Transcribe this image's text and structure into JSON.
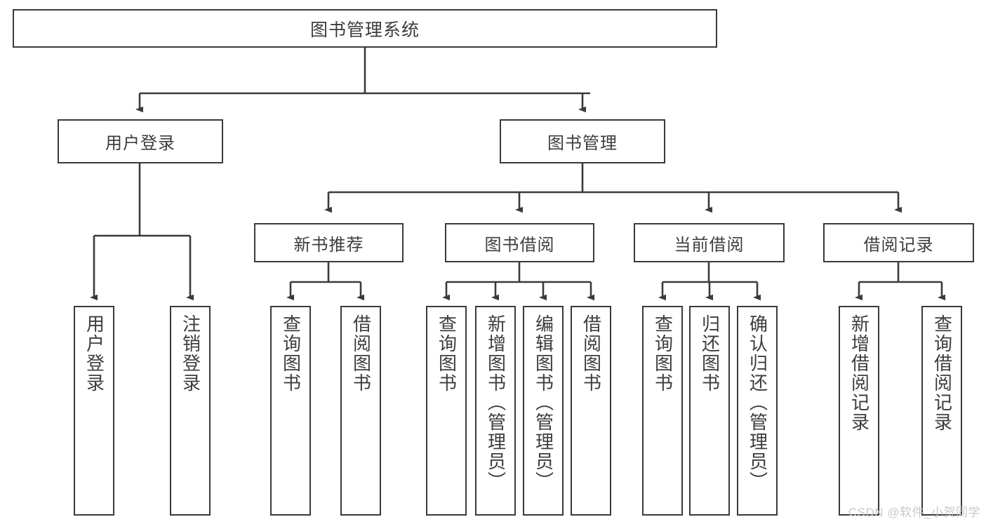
{
  "diagram": {
    "title": "图书管理系统",
    "type": "tree-hierarchy",
    "root": {
      "label": "图书管理系统"
    },
    "level2": [
      {
        "label": "用户登录"
      },
      {
        "label": "图书管理"
      }
    ],
    "level3": [
      {
        "label": "新书推荐"
      },
      {
        "label": "图书借阅"
      },
      {
        "label": "当前借阅"
      },
      {
        "label": "借阅记录"
      }
    ],
    "leaves": {
      "user_login": [
        {
          "label": "用户登录"
        },
        {
          "label": "注销登录"
        }
      ],
      "new_book_recommend": [
        {
          "label": "查询图书"
        },
        {
          "label": "借阅图书"
        }
      ],
      "book_borrow": [
        {
          "label": "查询图书"
        },
        {
          "label": "新增图书（管理员）"
        },
        {
          "label": "编辑图书（管理员）"
        },
        {
          "label": "借阅图书"
        }
      ],
      "current_borrow": [
        {
          "label": "查询图书"
        },
        {
          "label": "归还图书"
        },
        {
          "label": "确认归还（管理员）"
        }
      ],
      "borrow_record": [
        {
          "label": "新增借阅记录"
        },
        {
          "label": "查询借阅记录"
        }
      ]
    }
  },
  "watermark": {
    "text": "CSDN @软件_小贺同学"
  },
  "colors": {
    "border": "#3a3a3a",
    "text": "#3d3d3d",
    "background": "#ffffff",
    "watermark": "#c9c9c9"
  }
}
